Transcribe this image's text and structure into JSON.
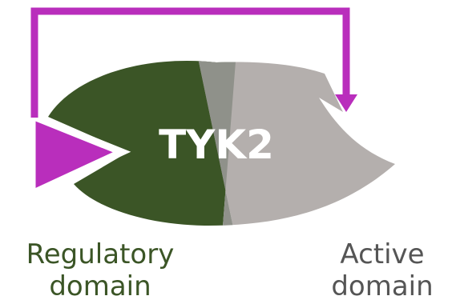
{
  "diagram": {
    "protein_label": "TYK2",
    "regulatory": {
      "line1": "Regulatory",
      "line2": "domain"
    },
    "active": {
      "line1": "Active",
      "line2": "domain"
    }
  },
  "colors": {
    "regulatory_fill": "#3b5526",
    "active_fill": "#b4afad",
    "overlap_fill": "#8f918a",
    "arrow": "#b92ebc",
    "regulatory_text": "#3b5526",
    "active_text": "#555555",
    "protein_text": "#ffffff"
  }
}
